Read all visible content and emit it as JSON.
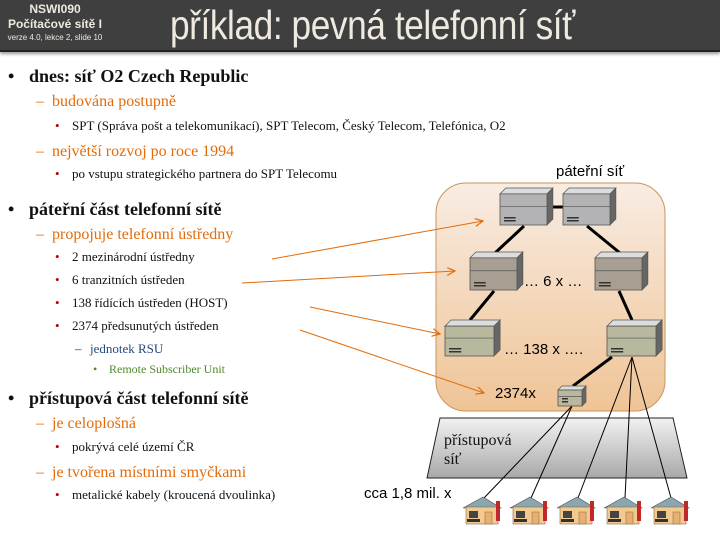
{
  "header": {
    "course_code": "NSWI090",
    "course_name": "Počítačové sítě I",
    "version": "verze 4.0, lekce  2, slide 10",
    "title": "příklad: pevná telefonní síť"
  },
  "bullets": [
    {
      "level": 1,
      "text": "dnes: síť O2 Czech Republic"
    },
    {
      "level": 2,
      "text": "budována postupně"
    },
    {
      "level": 3,
      "text": "SPT (Správa pošt a telekomunikací), SPT Telecom, Český Telecom, Telefónica, O2"
    },
    {
      "level": 2,
      "text": "největší rozvoj po roce 1994"
    },
    {
      "level": 3,
      "text": "po vstupu strategického partnera do SPT Telecomu"
    },
    {
      "level": 1,
      "text": "páteřní část telefonní sítě"
    },
    {
      "level": 2,
      "text": "propojuje telefonní ústředny"
    },
    {
      "level": 3,
      "text": "2 mezinárodní ústředny"
    },
    {
      "level": 3,
      "text": "6 tranzitních ústředen"
    },
    {
      "level": 3,
      "text": "138 řídících ústředen (HOST)"
    },
    {
      "level": 3,
      "text": "2374 předsunutých ústředen"
    },
    {
      "level": 4,
      "text": "jednotek RSU"
    },
    {
      "level": 5,
      "text": "Remote Subscriber Unit"
    },
    {
      "level": 1,
      "text": "přístupová část telefonní sítě"
    },
    {
      "level": 2,
      "text": "je celoplošná"
    },
    {
      "level": 3,
      "text": "pokrývá celé území ČR"
    },
    {
      "level": 2,
      "text": "je tvořena místními smyčkami"
    },
    {
      "level": 3,
      "text": "metalické kabely (kroucená dvoulinka)"
    }
  ],
  "diagram": {
    "backbone_label": "páteřní síť",
    "transit_count": "… 6 x …",
    "host_count": "… 138 x ….",
    "rsu_count": "2374x",
    "access_label": "přístupová\nsíť",
    "access_line1": "přístupová",
    "access_line2": "síť",
    "subscribers": "cca 1,8 mil. x",
    "colors": {
      "arrow": "#e36c0a",
      "backbone_fill": "#f0c9a0"
    }
  }
}
